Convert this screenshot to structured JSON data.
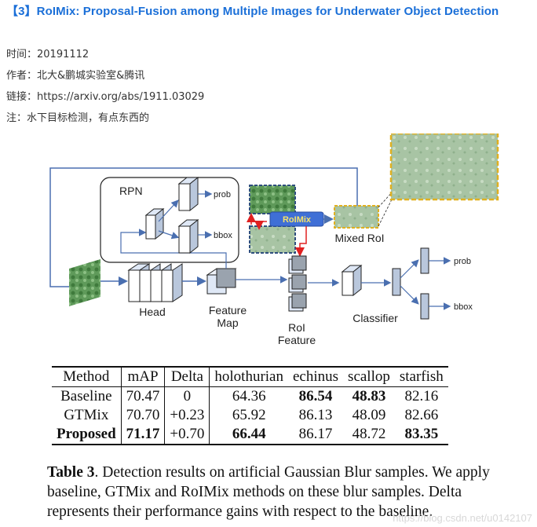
{
  "title": "【3】RoIMix: Proposal-Fusion among Multiple Images for Underwater Object Detection",
  "meta": {
    "time": "时间：20191112",
    "author": "作者：北大&鹏城实验室&腾讯",
    "link": "链接：https://arxiv.org/abs/1911.03029",
    "note": "注：水下目标检测，有点东西的"
  },
  "figure": {
    "rpn": "RPN",
    "prob": "prob",
    "bbox": "bbox",
    "roimix": "RoIMix",
    "mixed_roi": "Mixed RoI",
    "head": "Head",
    "feature_map": [
      "Feature",
      "Map"
    ],
    "roi_feature": [
      "RoI",
      "Feature"
    ],
    "classifier": "Classifier",
    "out_prob": "prob",
    "out_bbox": "bbox",
    "colors": {
      "roimix_box": "#3f6fd6",
      "dashed_frame": "#e0b020",
      "arrow_red": "#e02020",
      "line_blue": "#4a6fb0"
    }
  },
  "table": {
    "headers": [
      "Method",
      "mAP",
      "Delta",
      "holothurian",
      "echinus",
      "scallop",
      "starfish"
    ],
    "rows": [
      {
        "cells": [
          "Baseline",
          "70.47",
          "0",
          "64.36",
          "86.54",
          "48.83",
          "82.16"
        ],
        "bold": [
          4,
          5
        ]
      },
      {
        "cells": [
          "GTMix",
          "70.70",
          "+0.23",
          "65.92",
          "86.13",
          "48.09",
          "82.66"
        ],
        "bold": []
      },
      {
        "cells": [
          "Proposed",
          "71.17",
          "+0.70",
          "66.44",
          "86.17",
          "48.72",
          "83.35"
        ],
        "bold": [
          0,
          1,
          3,
          6
        ]
      }
    ]
  },
  "caption": {
    "label": "Table 3",
    "text": ". Detection results on artificial Gaussian Blur samples. We apply baseline, GTMix and RoIMix methods on these blur samples. Delta represents their performance gains with respect to the baseline."
  },
  "watermark": "https://blog.csdn.net/u0142107"
}
